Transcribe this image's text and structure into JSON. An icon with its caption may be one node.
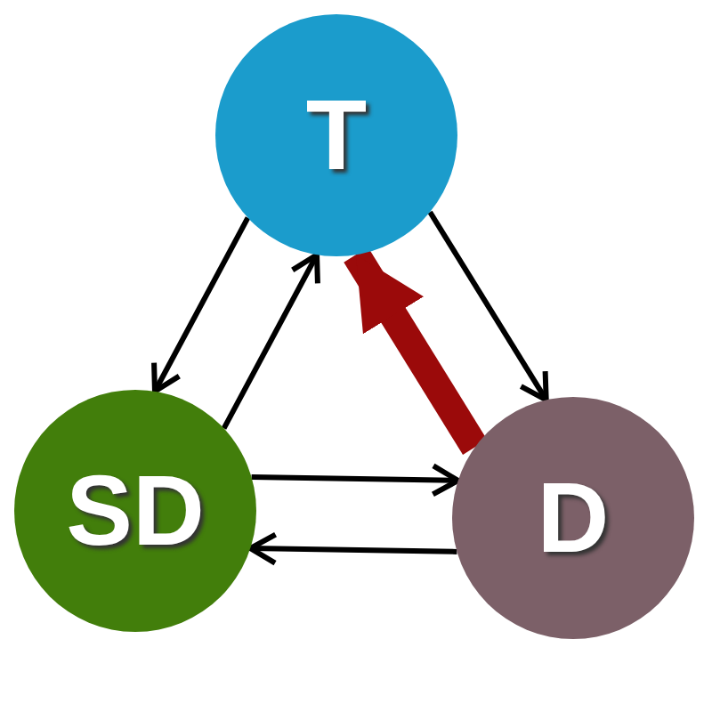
{
  "diagram": {
    "nodes": [
      {
        "text": [
          "T"
        ]
      },
      {
        "text": [
          "SD"
        ]
      },
      {
        "text": [
          "D"
        ]
      }
    ],
    "edges": [
      {
        "from": 0,
        "to": 1,
        "arrow": "to"
      },
      {
        "from": 1,
        "to": 0,
        "arrow": "to"
      },
      {
        "from": 0,
        "to": 2,
        "arrow": "to"
      },
      {
        "from": 1,
        "to": 2,
        "arrow": "to"
      },
      {
        "from": 2,
        "to": 1,
        "arrow": "to"
      },
      {
        "from": 2,
        "to": 0,
        "arrow": "to",
        "style": "thick",
        "color": "#9b0a0a"
      }
    ]
  }
}
